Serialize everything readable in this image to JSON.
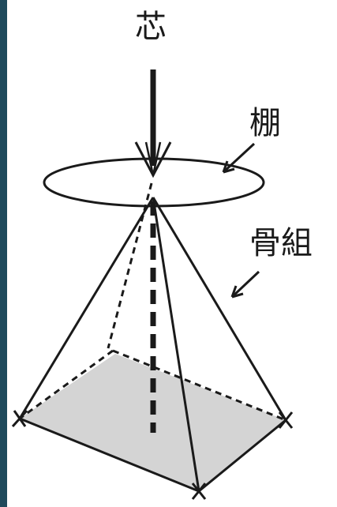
{
  "labels": {
    "core": "芯",
    "shelf": "棚",
    "frame": "骨組"
  },
  "colors": {
    "line": "#1a1a1a",
    "base_fill": "#d4d4d4",
    "left_edge": "#1f4a5c"
  }
}
